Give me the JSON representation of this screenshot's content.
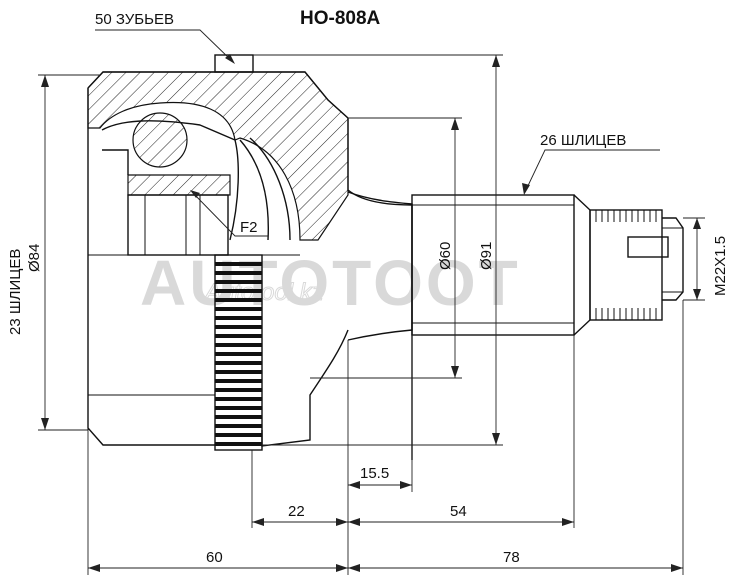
{
  "title": "HO-808A",
  "watermark": {
    "main": "AUTOTOOT",
    "sub": "Autotool.kz"
  },
  "callouts": {
    "teeth": "50 ЗУБЬЕВ",
    "spline_outer": "26 ШЛИЦЕВ",
    "f2": "F2"
  },
  "vertical_labels": {
    "inner_splines": "23 ШЛИЦЕВ",
    "inner_diameter": "Ø84",
    "d60": "Ø60",
    "d91": "Ø91",
    "thread": "M22X1.5"
  },
  "dimensions": {
    "d15_5": "15.5",
    "d22": "22",
    "d54": "54",
    "d60": "60",
    "d78": "78"
  },
  "colors": {
    "line": "#111111",
    "watermark": "#d9d9d9"
  }
}
